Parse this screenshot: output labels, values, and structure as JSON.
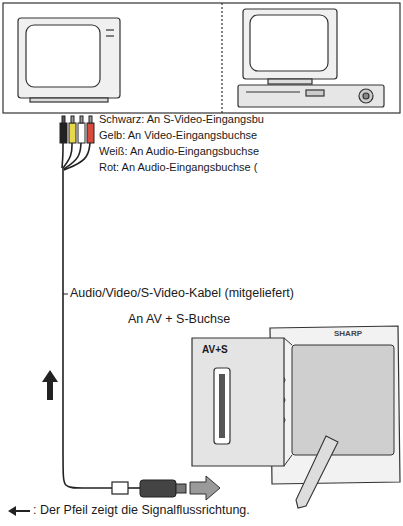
{
  "diagram": {
    "nodes": [
      {
        "text": [
          "AV+S"
        ]
      }
    ],
    "labels": [
      "Schwarz: An S-Video-Eingangsbu",
      "Gelb: An Video-Eingangsbuchse",
      "Weiß: An Audio-Eingangsbuchse",
      "Rot: An Audio-Eingangsbuchse (",
      "Audio/Video/S-Video-Kabel (mitgeliefert)",
      "An AV + S-Buchse",
      "SHARP"
    ],
    "legend": [
      {
        "text": ": Der Pfeil zeigt die Signalflussrichtung."
      }
    ]
  }
}
